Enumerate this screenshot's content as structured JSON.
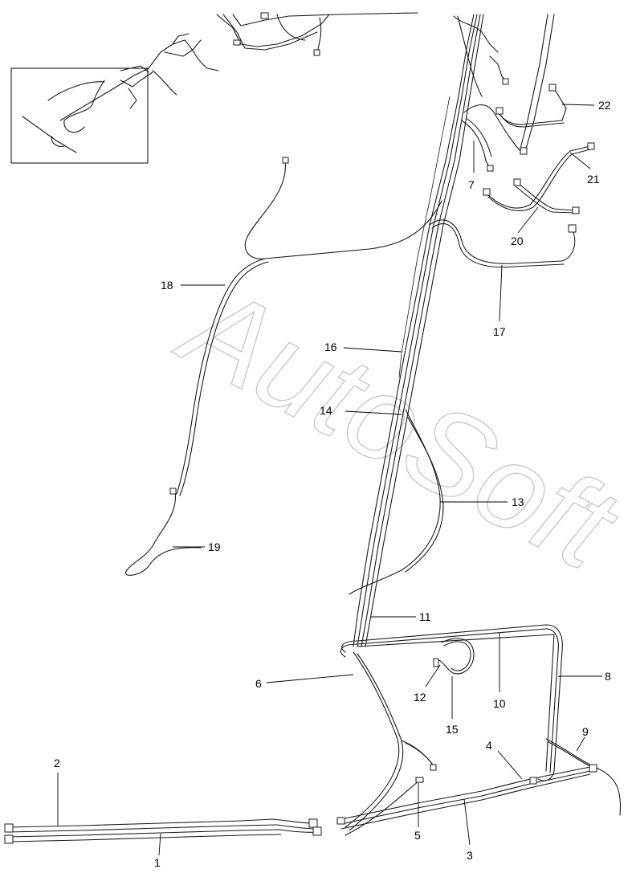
{
  "watermark": "AutoSoft",
  "callouts": [
    {
      "id": "1",
      "label": "1"
    },
    {
      "id": "2",
      "label": "2"
    },
    {
      "id": "3",
      "label": "3"
    },
    {
      "id": "4",
      "label": "4"
    },
    {
      "id": "5",
      "label": "5"
    },
    {
      "id": "6",
      "label": "6"
    },
    {
      "id": "7",
      "label": "7"
    },
    {
      "id": "8",
      "label": "8"
    },
    {
      "id": "9",
      "label": "9"
    },
    {
      "id": "10",
      "label": "10"
    },
    {
      "id": "11",
      "label": "11"
    },
    {
      "id": "12",
      "label": "12"
    },
    {
      "id": "13",
      "label": "13"
    },
    {
      "id": "14",
      "label": "14"
    },
    {
      "id": "15",
      "label": "15"
    },
    {
      "id": "16",
      "label": "16"
    },
    {
      "id": "17",
      "label": "17"
    },
    {
      "id": "18",
      "label": "18"
    },
    {
      "id": "19",
      "label": "19"
    },
    {
      "id": "20",
      "label": "20"
    },
    {
      "id": "21",
      "label": "21"
    },
    {
      "id": "22",
      "label": "22"
    }
  ],
  "colors": {
    "line": "#1a1a1a",
    "watermark": "#c8c8c8",
    "background": "#ffffff"
  }
}
